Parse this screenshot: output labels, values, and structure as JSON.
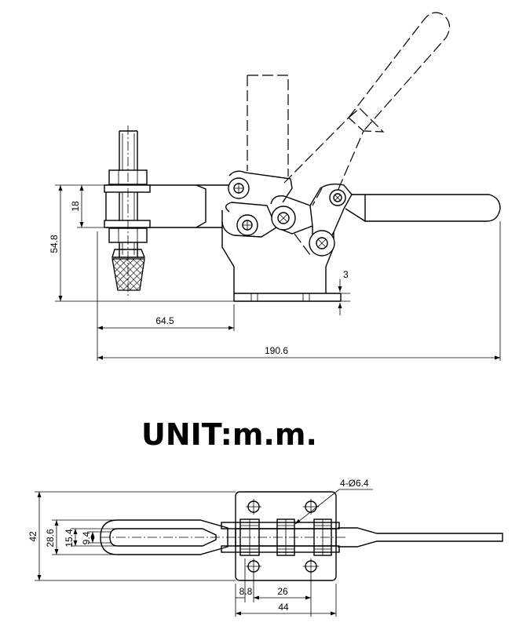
{
  "unit_label": "UNIT:m.m.",
  "dimensions": {
    "side_height_total": "54.8",
    "side_arm_height": "18",
    "side_base_thickness": "3",
    "side_spindle_offset": "64.5",
    "side_total_length": "190.6",
    "top_width_total": "42",
    "top_width_mid": "28.6",
    "top_slot_outer": "15.4",
    "top_slot_inner": "9.4",
    "hole_callout": "4-Ø6.4",
    "base_edge_offset": "8.8",
    "base_hole_pitch": "26",
    "base_length": "44"
  }
}
